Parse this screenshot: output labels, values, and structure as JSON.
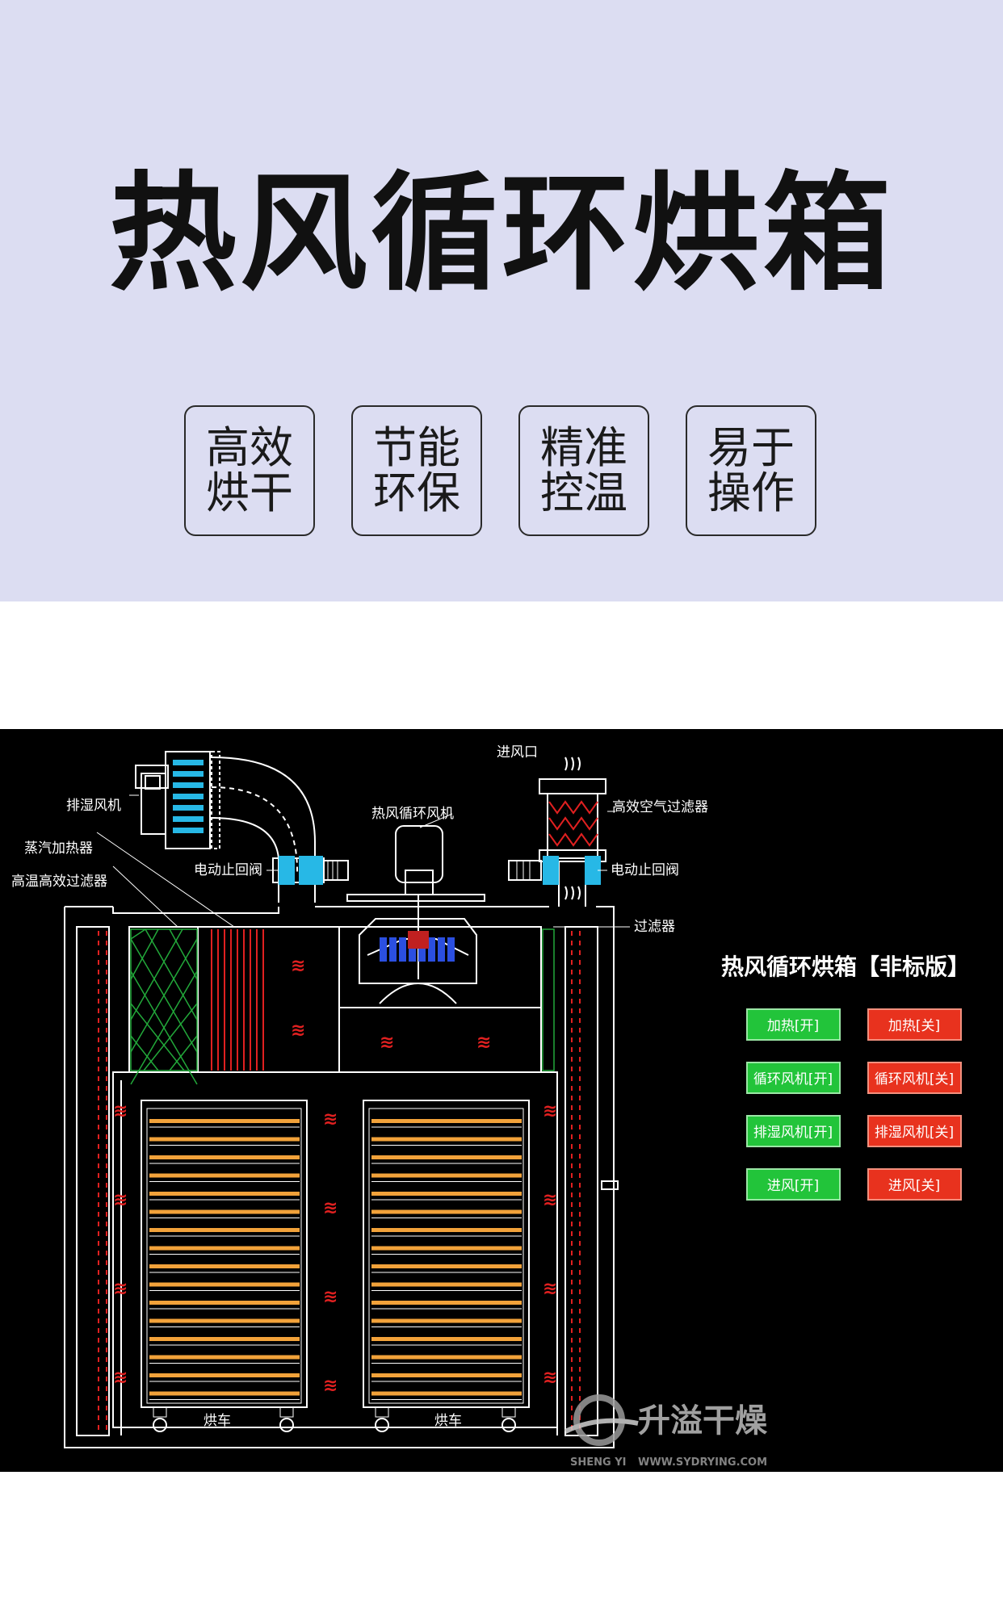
{
  "hero": {
    "title": "热风循环烘箱",
    "features": [
      {
        "line1": "高效",
        "line2": "烘干"
      },
      {
        "line1": "节能",
        "line2": "环保"
      },
      {
        "line1": "精准",
        "line2": "控温"
      },
      {
        "line1": "易于",
        "line2": "操作"
      }
    ]
  },
  "diagram": {
    "labels": {
      "dehumid_fan": "排湿风机",
      "steam_heater": "蒸汽加热器",
      "hepa_filter": "高温高效过滤器",
      "elec_valve_left": "电动止回阀",
      "circ_fan": "热风循环风机",
      "air_inlet": "进风口",
      "air_filter": "高效空气过滤器",
      "elec_valve_right": "电动止回阀",
      "filter": "过滤器",
      "cart_left": "烘车",
      "cart_right": "烘车"
    },
    "panel": {
      "title": "热风循环烘箱【非标版】",
      "on_buttons": [
        "加热[开]",
        "循环风机[开]",
        "排湿风机[开]",
        "进风[开]"
      ],
      "off_buttons": [
        "加热[关]",
        "循环风机[关]",
        "排湿风机[关]",
        "进风[关]"
      ]
    },
    "watermark": {
      "brand": "升溢干燥",
      "brand_en": "SHENG YI",
      "site": "WWW.SYDRYING.COM"
    },
    "colors": {
      "on": "#22c43a",
      "off": "#e8321e",
      "tray": "#f2a23a",
      "heat": "#e02020",
      "mesh": "#22a83a",
      "blue": "#27b8e6"
    }
  }
}
